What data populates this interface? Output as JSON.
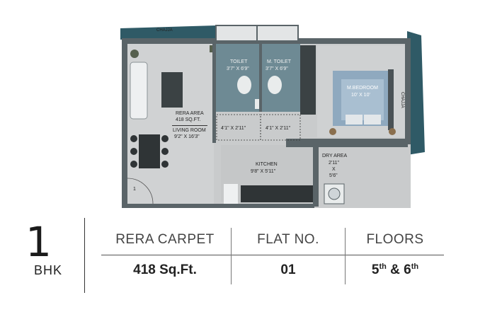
{
  "floor_plan": {
    "labels": {
      "chajja_top": "CHAJJA",
      "chajja_right": "CHAJJA",
      "toilet_name": "TOILET",
      "toilet_size": "3'7\" X 6'9\"",
      "m_toilet_name": "M. TOILET",
      "m_toilet_size": "3'7\" X 6'9\"",
      "bedroom_name": "M.BEDROOM",
      "bedroom_size": "10' X 10'",
      "rera_area_name": "RERA AREA",
      "rera_area_size": "418 SQ.FT.",
      "living_name": "LIVING ROOM",
      "living_size": "9'2\" X 16'3\"",
      "passage_left": "4'1\" X 2'11\"",
      "passage_right": "4'1\" X 2'11\"",
      "kitchen_name": "KITCHEN",
      "kitchen_size": "9'8\" X 5'11\"",
      "dry_name": "DRY AREA",
      "dry_w": "2'11\"",
      "dry_x": "X",
      "dry_h": "5'6\"",
      "entry_number": "1"
    },
    "colors": {
      "teal": "#2f5a66",
      "floor": "#c9cbcc",
      "wall": "#5a6468",
      "toilet": "#6e8a94"
    }
  },
  "summary": {
    "unit_number": "1",
    "unit_type": "BHK",
    "columns": [
      {
        "header": "RERA CARPET",
        "value": "418 Sq.Ft."
      },
      {
        "header": "FLAT NO.",
        "value": "01"
      },
      {
        "header": "FLOORS",
        "value_prefix": "5",
        "value_sup1": "th",
        "value_mid": " & 6",
        "value_sup2": "th"
      }
    ]
  }
}
